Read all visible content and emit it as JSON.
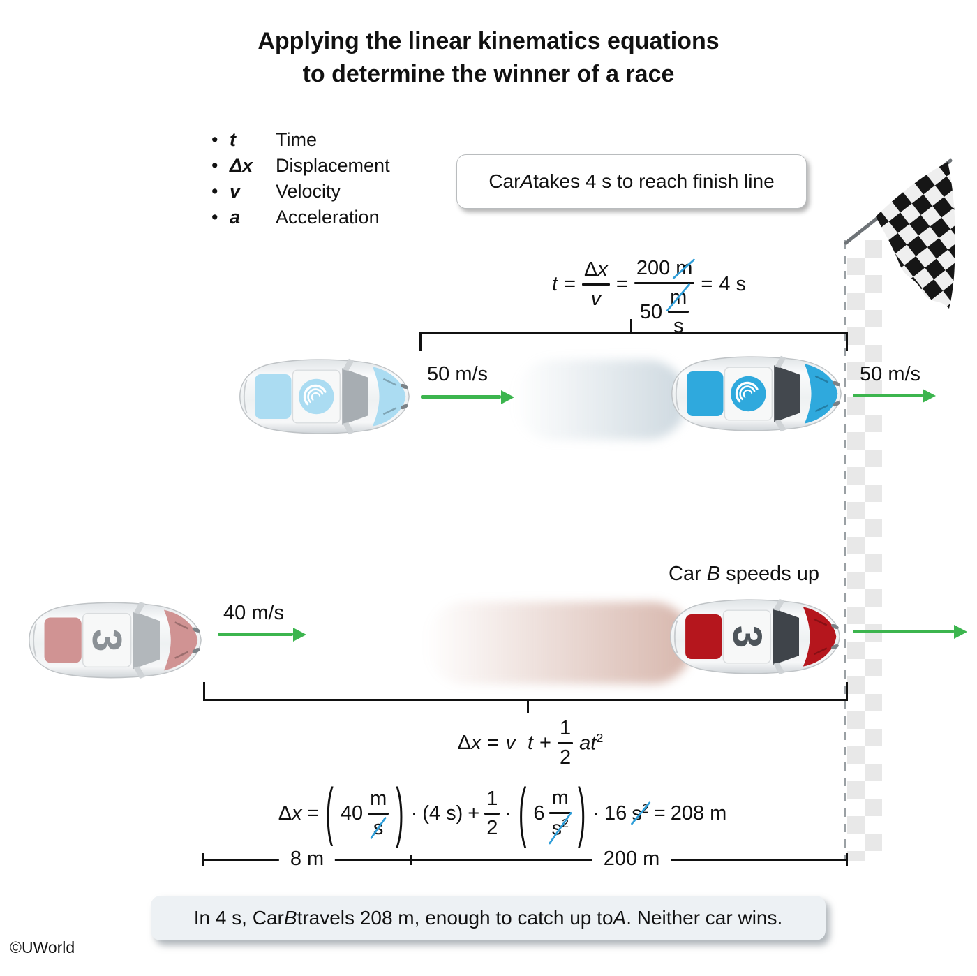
{
  "title": {
    "line1": "Applying the linear kinematics equations",
    "line2": "to determine the winner of a race"
  },
  "legend": {
    "items": [
      {
        "symbol": "t",
        "label": "Time"
      },
      {
        "symbol": "Δx",
        "label": "Displacement"
      },
      {
        "symbol": "v",
        "label": "Velocity"
      },
      {
        "symbol": "a",
        "label": "Acceleration"
      }
    ]
  },
  "callout": {
    "part1": "Car ",
    "car": "A",
    "part2": " takes 4 s to reach finish line"
  },
  "car_a": {
    "name": "A",
    "speed_start": "50 m/s",
    "speed_finish": "50 m/s"
  },
  "car_b": {
    "name": "B",
    "number": "3",
    "speed_start": "40 m/s",
    "label_part1": "Car ",
    "label_car": "B",
    "label_part2": " speeds up"
  },
  "eq_time": {
    "t": "t",
    "eq1": "=",
    "num_delta": "Δ",
    "num_x": "x",
    "den_v": "v",
    "eq2": "=",
    "n_val": "200",
    "n_unit": "m",
    "d_val": "50",
    "d_unit_num": "m",
    "d_unit_den": "s",
    "eq3": "=",
    "result": "4 s"
  },
  "eq_disp": {
    "delta": "Δ",
    "x": "x",
    "eq": "=",
    "v": "v",
    "t": "t",
    "plus": "+",
    "half_num": "1",
    "half_den": "2",
    "a": "a",
    "t2": "t",
    "exp": "2"
  },
  "eq_calc": {
    "delta": "Δ",
    "x": "x",
    "eq": "=",
    "v_val": "40",
    "v_num": "m",
    "v_den": "s",
    "dot1": "·",
    "t_term": "(4 s)",
    "plus": "+",
    "half_num": "1",
    "half_den": "2",
    "dot2": "·",
    "a_val": "6",
    "a_num": "m",
    "a_den_s": "s",
    "a_den_exp": "2",
    "dot3": "·",
    "t2_val": "16",
    "t2_s": "s",
    "t2_exp": "2",
    "eq2": "=",
    "result": "208 m"
  },
  "measurements": {
    "seg1": "8 m",
    "seg2": "200 m"
  },
  "conclusion": {
    "part1": "In 4 s, Car ",
    "car_b": "B",
    "part2": " travels 208 m, enough to catch up to ",
    "car_a": "A",
    "part3": ". Neither car wins."
  },
  "footer": {
    "copyright": "©UWorld"
  },
  "colors": {
    "arrow_green": "#3cb54e",
    "cancel_blue": "#2f9ed9",
    "car_a_accent_light": "#abdcf2",
    "car_a_accent_dark": "#2fa9dd",
    "car_b_accent_light": "#d09393",
    "car_b_accent_dark": "#b5161d"
  }
}
